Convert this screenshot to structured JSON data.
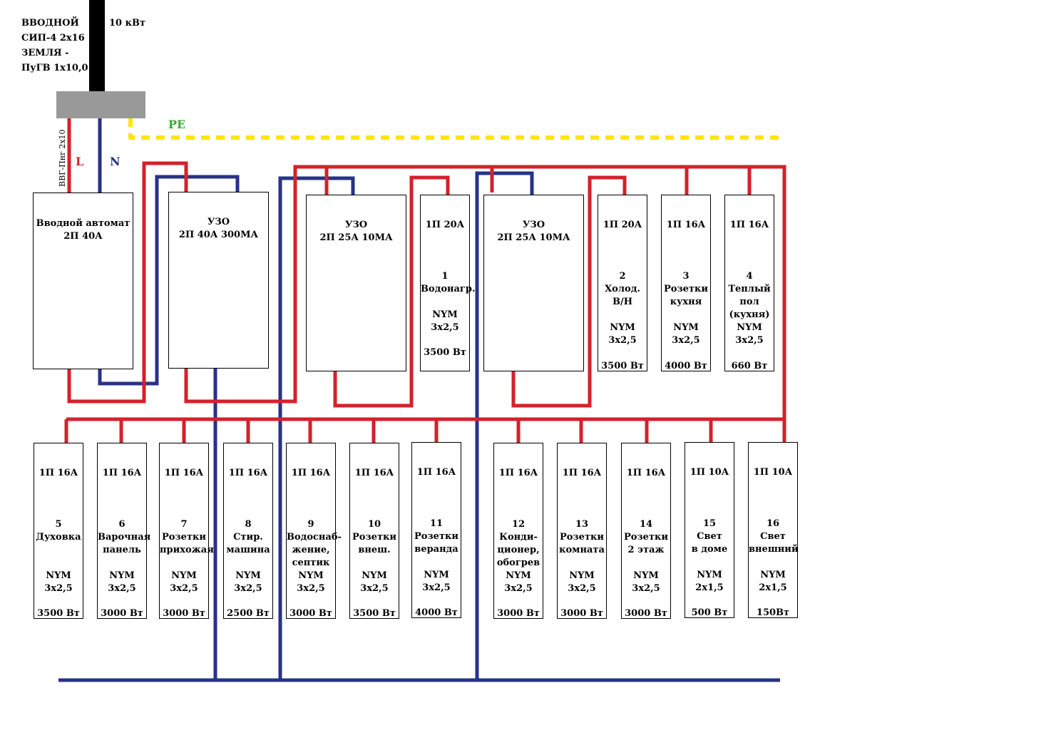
{
  "header": {
    "input_lines": [
      "ВВОДНОЙ",
      "СИП-4 2х16",
      "ЗЕМЛЯ -",
      "ПуГВ 1х10,0"
    ],
    "power": "10 кВт"
  },
  "wires": {
    "cable_label": "ВВГ-Пнг 2х10",
    "L_label": "L",
    "N_label": "N",
    "PE_label": "PE"
  },
  "colors": {
    "phase": "#d3222a",
    "neutral": "#283288",
    "earth": "#ffe600",
    "pe_text": "#3aa935",
    "input_block": "#999999",
    "input_cable": "#000000"
  },
  "main_breaker": {
    "lines": [
      "Вводной автомат",
      "2П 40А"
    ]
  },
  "rcds": [
    {
      "lines": [
        "УЗО",
        "2П 40А 300МА"
      ]
    },
    {
      "lines": [
        "УЗО",
        "2П 25А 10МА"
      ]
    },
    {
      "lines": [
        "УЗО",
        "2П 25А 10МА"
      ]
    }
  ],
  "top_breakers": [
    {
      "rating": "1П 20А",
      "lines": [
        "1",
        "Водонагр.",
        "",
        "NYM",
        "3х2,5"
      ],
      "power": "3500 Вт"
    },
    {
      "rating": "1П 20А",
      "lines": [
        "2",
        "Холод.",
        "В/Н",
        "",
        "NYM",
        "3х2,5"
      ],
      "power": "3500 Вт"
    },
    {
      "rating": "1П 16А",
      "lines": [
        "3",
        "Розетки",
        "кухня",
        "",
        "NYM",
        "3х2,5"
      ],
      "power": "4000 Вт"
    },
    {
      "rating": "1П 16А",
      "lines": [
        "4",
        "Теплый",
        "пол",
        "(кухня)",
        "NYM",
        "3х2,5"
      ],
      "power": "660 Вт"
    }
  ],
  "bottom_breakers": [
    {
      "rating": "1П 16А",
      "lines": [
        "5",
        "Духовка",
        "",
        "",
        "NYM",
        "3х2,5"
      ],
      "power": "3500 Вт"
    },
    {
      "rating": "1П 16А",
      "lines": [
        "6",
        "Варочная",
        "панель",
        "",
        "NYM",
        "3х2,5"
      ],
      "power": "3000 Вт"
    },
    {
      "rating": "1П 16А",
      "lines": [
        "7",
        "Розетки",
        "прихожая",
        "",
        "NYM",
        "3х2,5"
      ],
      "power": "3000 Вт"
    },
    {
      "rating": "1П 16А",
      "lines": [
        "8",
        "Стир.",
        "машина",
        "",
        "NYM",
        "3х2,5"
      ],
      "power": "2500 Вт"
    },
    {
      "rating": "1П 16А",
      "lines": [
        "9",
        "Водоснаб-",
        "жение,",
        "септик",
        "NYM",
        "3х2,5"
      ],
      "power": "3000 Вт"
    },
    {
      "rating": "1П 16А",
      "lines": [
        "10",
        "Розетки",
        "внеш.",
        "",
        "NYM",
        "3х2,5"
      ],
      "power": "3500 Вт"
    },
    {
      "rating": "1П 16А",
      "lines": [
        "11",
        "Розетки",
        "веранда",
        "",
        "NYM",
        "3х2,5"
      ],
      "power": "4000 Вт"
    },
    {
      "rating": "1П 16А",
      "lines": [
        "12",
        "Конди-",
        "ционер,",
        "обогрев",
        "NYM",
        "3х2,5"
      ],
      "power": "3000 Вт"
    },
    {
      "rating": "1П 16А",
      "lines": [
        "13",
        "Розетки",
        "комната",
        "",
        "NYM",
        "3х2,5"
      ],
      "power": "3000 Вт"
    },
    {
      "rating": "1П 16А",
      "lines": [
        "14",
        "Розетки",
        "2 этаж",
        "",
        "NYM",
        "3х2,5"
      ],
      "power": "3000 Вт"
    },
    {
      "rating": "1П 10А",
      "lines": [
        "15",
        "Свет",
        "в доме",
        "",
        "NYM",
        "2х1,5"
      ],
      "power": "500 Вт"
    },
    {
      "rating": "1П 10А",
      "lines": [
        "16",
        "Свет",
        "внешний",
        "",
        "NYM",
        "2х1,5"
      ],
      "power": "150Вт"
    }
  ]
}
